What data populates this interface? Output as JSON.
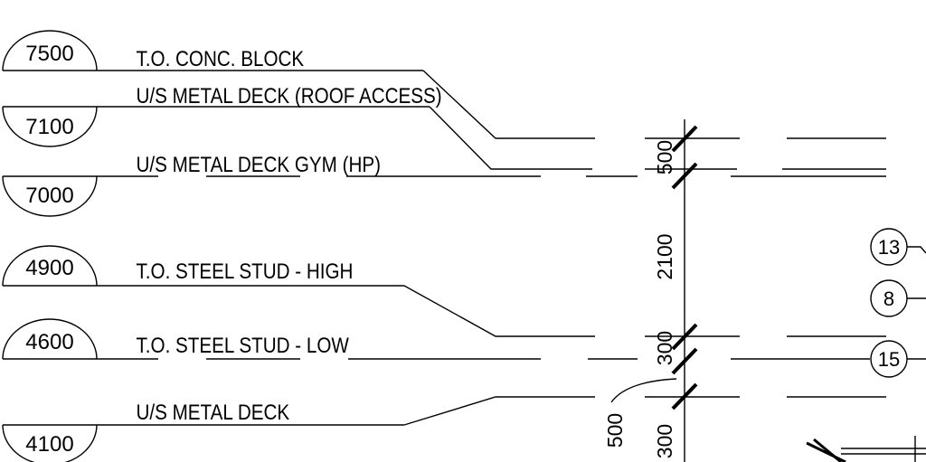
{
  "levels": [
    {
      "elevation": "7500",
      "label": "T.O. CONC. BLOCK"
    },
    {
      "elevation": "7100",
      "label": "U/S METAL DECK (ROOF ACCESS)"
    },
    {
      "elevation": "7000",
      "label": "U/S METAL DECK GYM (HP)"
    },
    {
      "elevation": "4900",
      "label": "T.O. STEEL STUD - HIGH"
    },
    {
      "elevation": "4600",
      "label": "T.O. STEEL STUD - LOW"
    },
    {
      "elevation": "4100",
      "label": "U/S METAL DECK"
    }
  ],
  "dimensions": {
    "d1": "500",
    "d2": "2100",
    "d3": "300",
    "d4": "300",
    "leader": "500"
  },
  "tags": [
    "13",
    "8",
    "15"
  ]
}
